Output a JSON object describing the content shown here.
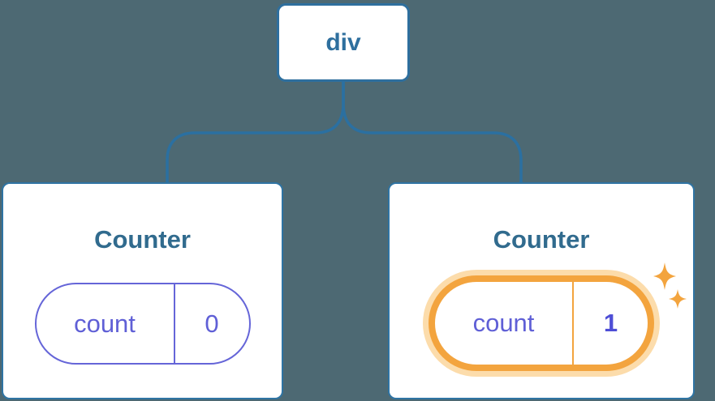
{
  "diagram": {
    "description": "React component tree diagram: a div root element with two Counter children; the second Counter's state was updated",
    "background_color": "#4d6973",
    "connector_color": "#2b70a1",
    "root_border_color": "#2e6f9e",
    "card_border_color": "#2f74a3",
    "title_color": "#316b8e",
    "state_text_color": "#5f5fd6",
    "state_border_color": "#6565d8",
    "highlight_color": "#f3a43e",
    "highlight_glow_color": "#fcdcab",
    "root": {
      "label": "div"
    },
    "children": [
      {
        "title": "Counter",
        "state": {
          "key": "count",
          "value": "0"
        },
        "highlighted": false
      },
      {
        "title": "Counter",
        "state": {
          "key": "count",
          "value": "1"
        },
        "highlighted": true,
        "icon": "sparkles-icon"
      }
    ]
  }
}
